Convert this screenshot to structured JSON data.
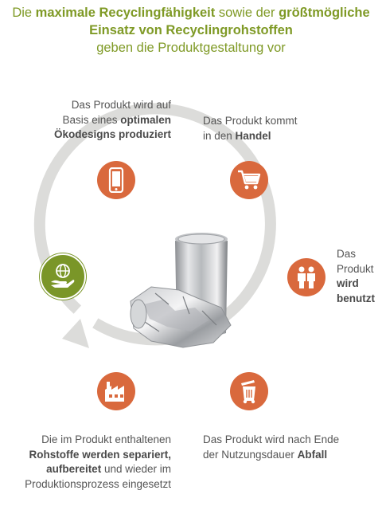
{
  "headline": {
    "line1": [
      {
        "text": "Die ",
        "bold": false
      },
      {
        "text": "maximale Recyclingfähigkeit",
        "bold": true
      },
      {
        "text": " sowie der ",
        "bold": false
      },
      {
        "text": "größtmögliche",
        "bold": true
      }
    ],
    "line2": [
      {
        "text": "Einsatz von Recyclingrohstoffen",
        "bold": true
      }
    ],
    "line3": [
      {
        "text": "geben die Produktgestaltung vor",
        "bold": false
      }
    ]
  },
  "steps": {
    "design": [
      [
        {
          "text": "Das Produkt wird auf",
          "bold": false
        }
      ],
      [
        {
          "text": "Basis eines ",
          "bold": false
        },
        {
          "text": "optimalen",
          "bold": true
        }
      ],
      [
        {
          "text": "Ökodesigns produziert",
          "bold": true
        }
      ]
    ],
    "trade": [
      [
        {
          "text": "Das Produkt kommt",
          "bold": false
        }
      ],
      [
        {
          "text": "in den ",
          "bold": false
        },
        {
          "text": "Handel",
          "bold": true
        }
      ]
    ],
    "use": [
      [
        {
          "text": "Das",
          "bold": false
        }
      ],
      [
        {
          "text": "Produkt",
          "bold": false
        }
      ],
      [
        {
          "text": "wird",
          "bold": true
        }
      ],
      [
        {
          "text": "benutzt",
          "bold": true
        }
      ]
    ],
    "waste": [
      [
        {
          "text": "Das Produkt wird nach Ende",
          "bold": false
        }
      ],
      [
        {
          "text": "der Nutzungsdauer ",
          "bold": false
        },
        {
          "text": "Abfall",
          "bold": true
        }
      ]
    ],
    "recycle": [
      [
        {
          "text": "Die im Produkt enthaltenen",
          "bold": false
        }
      ],
      [
        {
          "text": "Rohstoffe werden separiert,",
          "bold": true
        }
      ],
      [
        {
          "text": "aufbereitet",
          "bold": true
        },
        {
          "text": " und wieder im",
          "bold": false
        }
      ],
      [
        {
          "text": "Produktionsprozess eingesetzt",
          "bold": false
        }
      ]
    ]
  },
  "icons": {
    "design": "smartphone-icon",
    "trade": "shopping-cart-icon",
    "use": "people-icon",
    "waste": "trash-bin-icon",
    "recycle": "factory-icon",
    "center": "globe-hand-icon"
  },
  "colors": {
    "headline": "#7f9a26",
    "orange": "#d9693d",
    "green": "#7a9628",
    "ring": "#dcdcda",
    "text": "#555555"
  }
}
